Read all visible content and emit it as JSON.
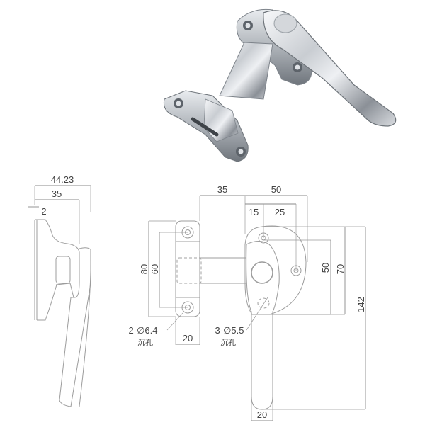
{
  "photo": {
    "caption": "",
    "description": "polished chrome casement window latch handle with keeper"
  },
  "side_view": {
    "dims": {
      "overall_width": "44.23",
      "base_width": "35",
      "plate_thickness": "2"
    }
  },
  "front_view": {
    "dims": {
      "keeper_offset": "35",
      "handle_base_width": "50",
      "hole_offset_1": "15",
      "hole_offset_2": "25",
      "keeper_height_outer": "80",
      "keeper_height_inner": "60",
      "keeper_width": "20",
      "base_hole_spacing": "50",
      "base_height": "70",
      "overall_length": "142",
      "handle_width": "20"
    },
    "callouts": {
      "keeper_holes": "2-∅6.4",
      "keeper_holes_note": "沉孔",
      "base_holes": "3-∅5.5",
      "base_holes_note": "沉孔"
    }
  },
  "colors": {
    "line": "#8a8a8a",
    "text": "#444444",
    "chrome_light": "#f2f4f6",
    "chrome_dark": "#6e747a"
  }
}
